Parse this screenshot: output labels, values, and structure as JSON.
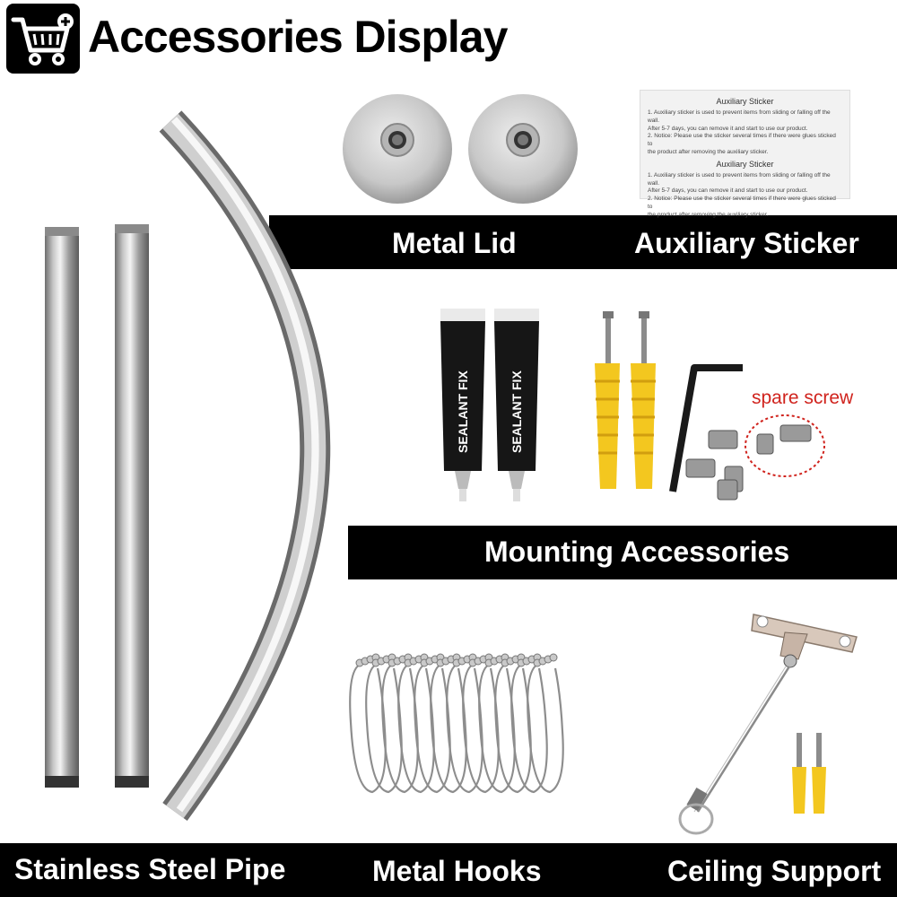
{
  "header": {
    "title": "Accessories Display"
  },
  "labels": {
    "metal_lid": "Metal Lid",
    "auxiliary_sticker": "Auxiliary Sticker",
    "mounting_accessories": "Mounting Accessories",
    "spare_screw": "spare screw",
    "stainless_steel_pipe": "Stainless Steel Pipe",
    "metal_hooks": "Metal Hooks",
    "ceiling_support": "Ceiling Support"
  },
  "sticker": {
    "title": "Auxiliary Sticker",
    "line1": "1. Auxiliary sticker is used to prevent items from sliding or falling off the wall.",
    "line2": "After 5-7 days, you can remove it and start to use our product.",
    "line3": "2. Notice: Please use the sticker several times if there were glues sticked to",
    "line4": "the product after removing the auxiliary sticker."
  },
  "sealant": {
    "text": "SEALANT FIX"
  },
  "colors": {
    "bar": "#000000",
    "accent_red": "#d0231d",
    "anchor_yellow": "#f3c71f"
  }
}
